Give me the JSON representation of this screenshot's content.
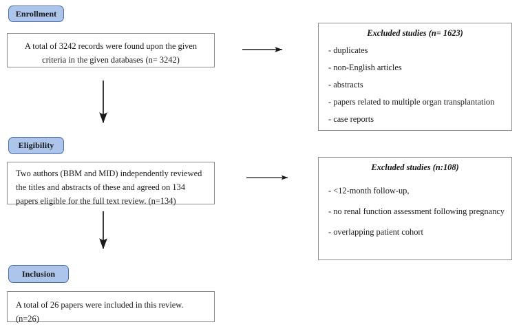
{
  "diagram": {
    "title": "PRISMA study selection flow diagram",
    "accent_color": "#adc5ea",
    "accent_border_color": "#4a6fa5",
    "box_border_color": "#8a8a8a",
    "arrow_color": "#1a1a1a"
  },
  "stages": [
    {
      "id": "enrollment",
      "label": "Enrollment"
    },
    {
      "id": "eligibility",
      "label": "Eligibility"
    },
    {
      "id": "inclusion",
      "label": "Inclusion"
    }
  ],
  "flow_boxes": [
    {
      "id": "enrollment-box",
      "text": "A total of 3242 records were found upon the given criteria in the given databases (n= 3242)",
      "count": 3242
    },
    {
      "id": "eligibility-box",
      "text": "Two authors (BBM and MID) independently reviewed the titles and abstracts of these and agreed on 134 papers eligible for the full text review. (n=134)",
      "count": 134
    },
    {
      "id": "inclusion-box",
      "text": "A total of 26 papers were included in this review. (n=26)",
      "count": 26
    }
  ],
  "excluded_panels": [
    {
      "id": "excluded-1",
      "title": "Excluded studies (n= 1623)",
      "count": 1623,
      "reasons": [
        "- duplicates",
        "- non-English articles",
        "- abstracts",
        "- papers related to multiple organ transplantation",
        "- case reports"
      ]
    },
    {
      "id": "excluded-2",
      "title": "Excluded studies (n:108)",
      "count": 108,
      "reasons": [
        "- <12-month follow-up,",
        "- no renal function assessment following pregnancy",
        "- overlapping patient cohort"
      ]
    }
  ],
  "connectors": [
    {
      "id": "arrow-enrollment-to-excluded-1",
      "direction": "right"
    },
    {
      "id": "arrow-enrollment-to-eligibility",
      "direction": "down"
    },
    {
      "id": "arrow-eligibility-to-excluded-2",
      "direction": "right"
    },
    {
      "id": "arrow-eligibility-to-inclusion",
      "direction": "down"
    }
  ]
}
